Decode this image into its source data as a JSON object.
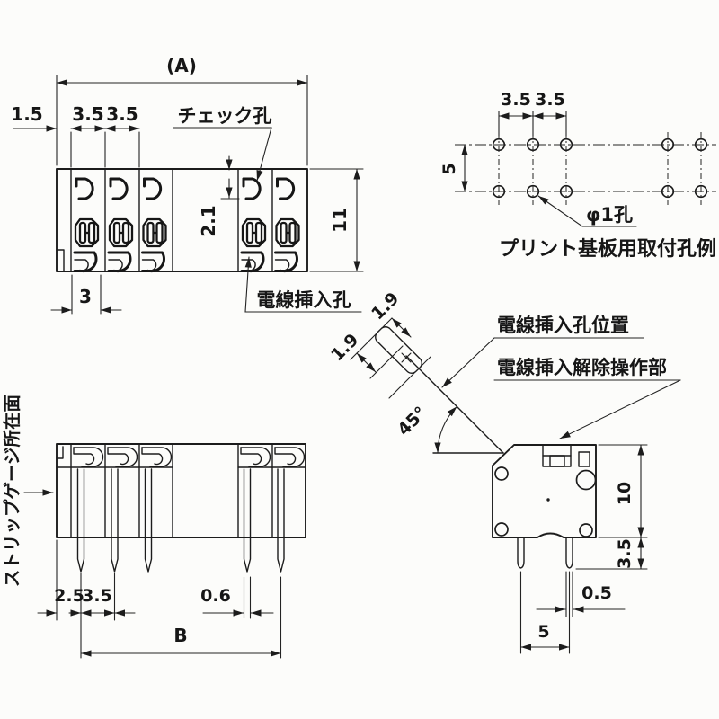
{
  "drawing_title": "terminal-block-technical-drawing",
  "colors": {
    "background": "#fcfcfa",
    "ink": "#1c1c1c"
  },
  "top_view": {
    "dim_overall": "(A)",
    "dim_edge": "1.5",
    "dim_pitch_a": "3.5",
    "dim_pitch_b": "3.5",
    "dim_check_offset": "2.1",
    "dim_height": "11",
    "dim_unit": "3",
    "label_check_hole": "チェック孔",
    "label_wire_hole": "電線挿入孔"
  },
  "pcb_view": {
    "title": "プリント基板用取付孔例",
    "label_hole": "φ1孔",
    "dim_pitch_a": "3.5",
    "dim_pitch_b": "3.5",
    "dim_row": "5"
  },
  "detail_view": {
    "label_wire_pos": "電線挿入孔位置",
    "label_release": "電線挿入解除操作部",
    "dim_slot_a": "1.9",
    "dim_slot_b": "1.9",
    "dim_angle": "45°"
  },
  "front_view": {
    "label_strip_gauge": "ストリップゲージ所在面",
    "dim_offset": "2.5",
    "dim_pitch": "3.5",
    "dim_pin_w": "0.6",
    "dim_span": "B"
  },
  "side_view": {
    "dim_body": "10",
    "dim_pin_len": "3.5",
    "dim_pin_w": "0.5",
    "dim_pin_pitch": "5"
  }
}
